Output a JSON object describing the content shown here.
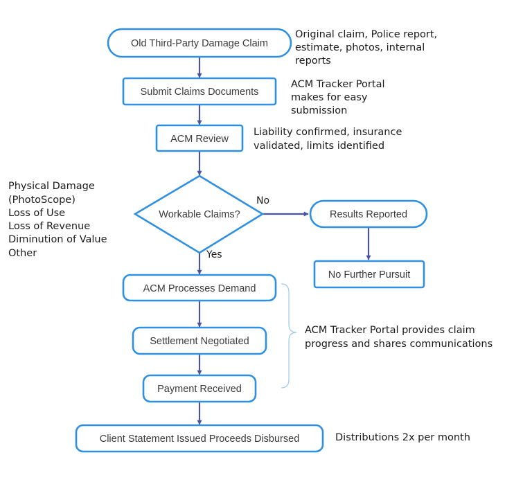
{
  "nodes": {
    "old_claim": "Old Third-Party Damage Claim",
    "submit_docs": "Submit Claims Documents",
    "acm_review": "ACM Review",
    "workable": "Workable Claims?",
    "results_reported": "Results Reported",
    "no_further": "No Further Pursuit",
    "processes_demand": "ACM Processes Demand",
    "settlement": "Settlement Negotiated",
    "payment": "Payment Received",
    "client_statement": "Client Statement Issued Proceeds Disbursed"
  },
  "edge_labels": {
    "no": "No",
    "yes": "Yes"
  },
  "notes": {
    "old_claim": [
      "Original claim, Police report,",
      "estimate, photos, internal",
      "reports"
    ],
    "submit_docs": [
      "ACM Tracker Portal",
      "makes for easy",
      "submission"
    ],
    "acm_review": [
      "Liability confirmed, insurance",
      "validated, limits identified"
    ],
    "damage_types": [
      "Physical Damage",
      "(PhotoScope)",
      "Loss of Use",
      "Loss of Revenue",
      "Diminution of Value",
      "Other"
    ],
    "tracker_portal": [
      "ACM Tracker Portal provides claim",
      "progress and shares communications"
    ],
    "distributions": [
      "Distributions 2x per month"
    ]
  },
  "colors": {
    "node_border": "#2f8fe0",
    "arrow": "#4a55a2",
    "brace": "#9cc8ec"
  }
}
